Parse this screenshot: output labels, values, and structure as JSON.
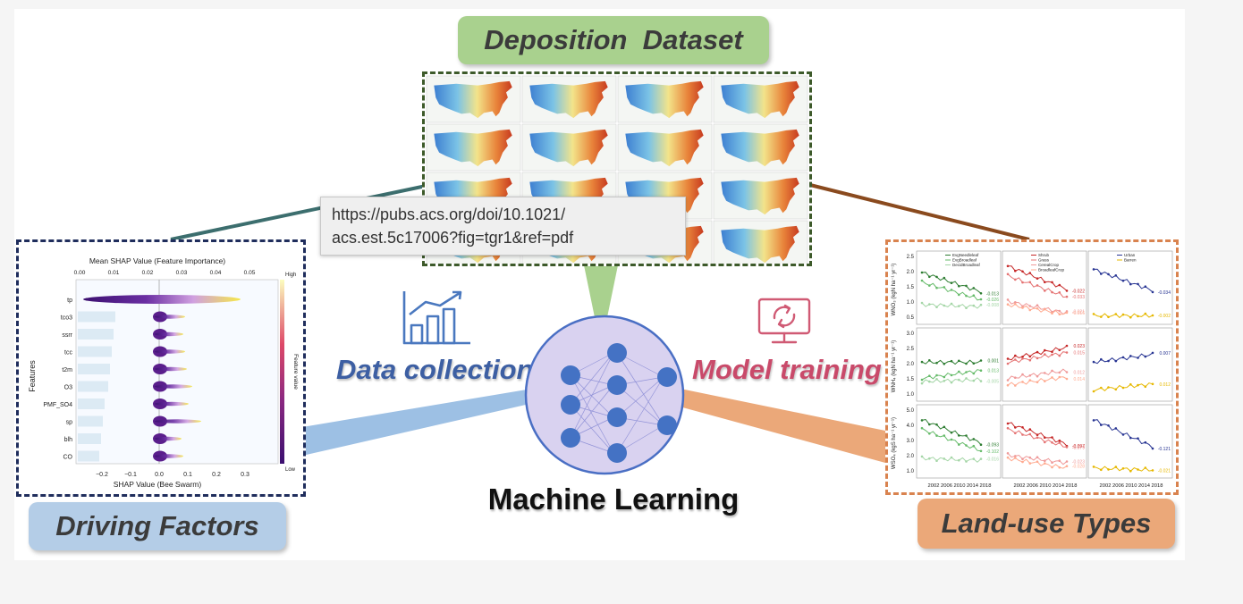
{
  "labels": {
    "deposition": "Deposition  Dataset",
    "driving": "Driving Factors",
    "landuse": "Land-use Types",
    "machine_learning": "Machine Learning",
    "data_collection": "Data collection",
    "model_training": "Model training"
  },
  "tooltip": {
    "line1": "https://pubs.acs.org/doi/10.1021/",
    "line2": "acs.est.5c17006?fig=tgr1&ref=pdf"
  },
  "shap": {
    "top_title": "Mean SHAP Value (Feature Importance)",
    "top_ticks": [
      "0.00",
      "0.01",
      "0.02",
      "0.03",
      "0.04",
      "0.05"
    ],
    "bottom_title": "SHAP Value (Bee Swarm)",
    "bottom_ticks": [
      "−0.2",
      "−0.1",
      "0.0",
      "0.1",
      "0.2",
      "0.3"
    ],
    "ylabel": "Features",
    "colorbar_label": "Feature value",
    "colorbar_high": "High",
    "colorbar_low": "Low",
    "features": [
      "tp",
      "tco3",
      "ssrr",
      "tcc",
      "t2m",
      "O3",
      "PMF_SO4",
      "sp",
      "blh",
      "CO"
    ]
  },
  "landuse": {
    "ylabels": [
      "WNO₃ (kgN ha⁻¹ yr⁻¹)",
      "WNH₄ (kgN ha⁻¹ yr⁻¹)",
      "WSO₄ (kgS ha⁻¹ yr⁻¹)"
    ],
    "xticks": "2002 2006 2010 2014 2018",
    "legend_col1": [
      "EvgNeedleleaf",
      "EvgBroadleaf",
      "DecidBroadleaf"
    ],
    "legend_col2": [
      "Shrub",
      "Grass",
      "CerealCrop",
      "BroadleafCrop"
    ],
    "legend_col3": [
      "Urban",
      "Barren"
    ],
    "yticks_row1": [
      "2.5",
      "2.0",
      "1.5",
      "1.0",
      "0.5"
    ],
    "yticks_row2": [
      "3.0",
      "2.5",
      "2.0",
      "1.5",
      "1.0"
    ],
    "yticks_row3": [
      "5.0",
      "4.0",
      "3.0",
      "2.0",
      "1.0"
    ],
    "annotations": {
      "r1c1": [
        "-0.013",
        "-0.026",
        "-0.008"
      ],
      "r1c2": [
        "-0.022",
        "-0.033",
        "-0.021",
        "-0.016"
      ],
      "r1c3": [
        "-0.034",
        "-0.002"
      ],
      "r2c1": [
        "0.001",
        "0.013",
        "-0.005"
      ],
      "r2c2": [
        "0.023",
        "0.015",
        "0.012",
        "0.014"
      ],
      "r2c3": [
        "0.007",
        "0.012"
      ],
      "r3c1": [
        "-0.093",
        "-0.102",
        "-0.016"
      ],
      "r3c2": [
        "-0.097",
        "-0.079",
        "-0.023",
        "-0.028"
      ],
      "r3c3": [
        "-0.121",
        "-0.021"
      ]
    }
  },
  "colors": {
    "deposition_green": "#a9d18e",
    "driving_blue": "#b4cde7",
    "landuse_orange": "#eba879",
    "data_collection_text": "#3d5fa3",
    "model_training_text": "#c94a6a",
    "nn_fill": "#d9d2f0",
    "nn_node": "#4472c4"
  },
  "icons": {
    "data_collection": "bar-chart-trend-icon",
    "model_training": "monitor-refresh-icon"
  }
}
